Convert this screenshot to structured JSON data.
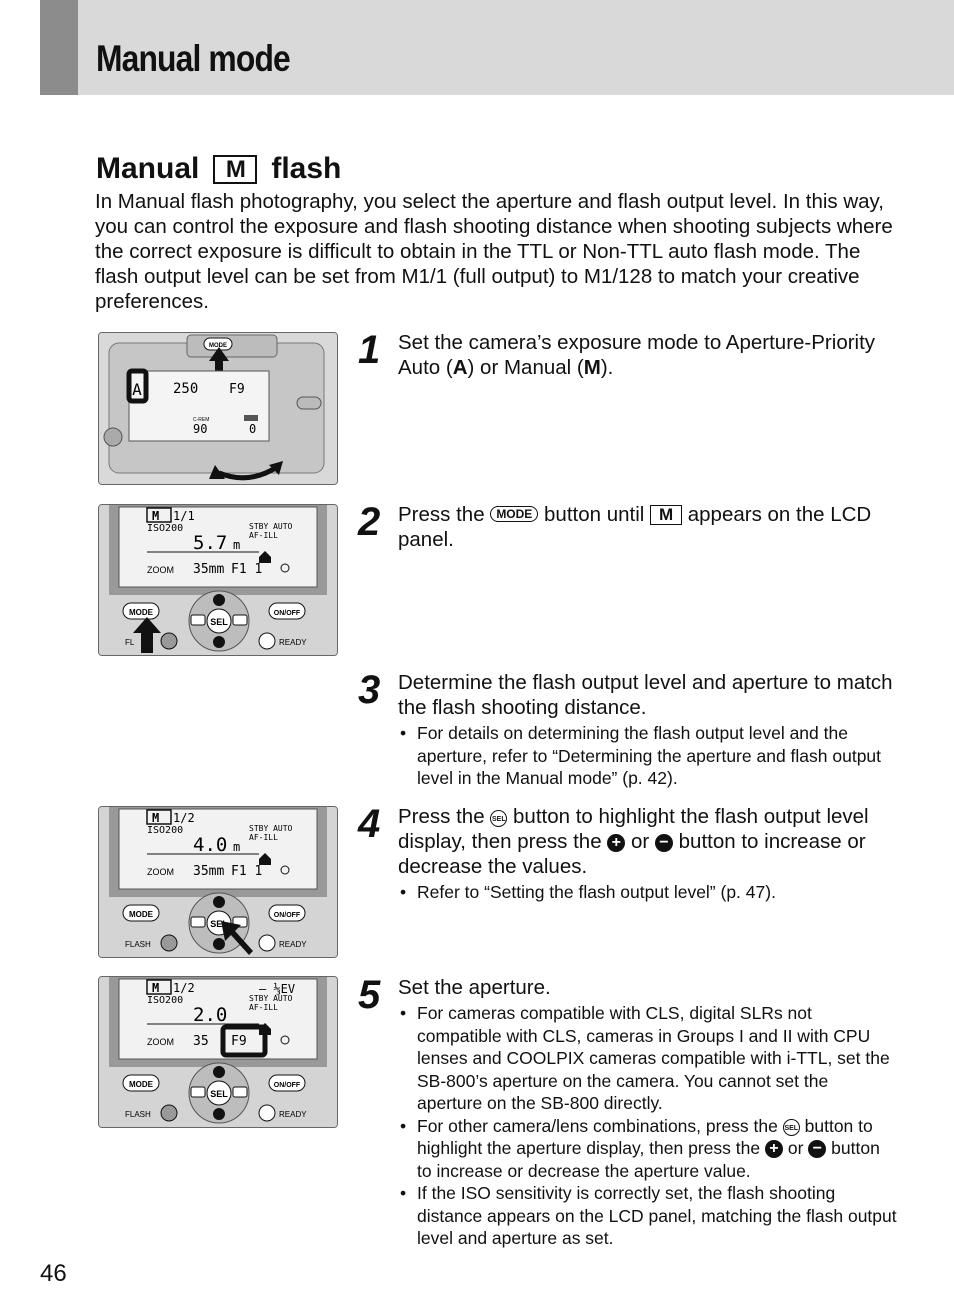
{
  "header": {
    "title": "Manual mode"
  },
  "section": {
    "title_before": "Manual",
    "mode_letter": "M",
    "title_after": "flash"
  },
  "intro": "In Manual flash photography, you select the aperture and flash output level. In this way, you can control the exposure and flash shooting distance when shooting subjects where the correct exposure is difficult to obtain in the TTL or Non-TTL auto flash mode. The flash output level can be set from M1/1 (full output) to M1/128 to match your creative preferences.",
  "steps": [
    {
      "num": "1",
      "text_a": "Set the camera’s exposure mode to Aperture-Priority Auto (",
      "bold_a": "A",
      "text_b": ") or Manual (",
      "bold_b": "M",
      "text_c": ")."
    },
    {
      "num": "2",
      "text_a": "Press the",
      "pill": "MODE",
      "text_b": "button until",
      "mode_letter": "M",
      "text_c": "appears on the LCD panel."
    },
    {
      "num": "3",
      "text": "Determine the flash output level and aperture to match the flash shooting distance.",
      "bullets": [
        "For details on determining the flash output level and the aperture, refer to “Determining the aperture and flash output level in the Manual mode” (p. 42)."
      ]
    },
    {
      "num": "4",
      "text_a": "Press the",
      "sel": "SEL",
      "text_b": "button to highlight the flash output level display, then press the",
      "plus": "+",
      "text_or": "or",
      "minus": "−",
      "text_c": "button to increase or decrease the values.",
      "bullets": [
        "Refer to “Setting the flash output level” (p. 47)."
      ]
    },
    {
      "num": "5",
      "text": "Set the aperture.",
      "bullet1": "For cameras compatible with CLS, digital SLRs not compatible with CLS, cameras in Groups I and II with CPU lenses and COOLPIX cameras compatible with i-TTL, set the SB-800’s aperture on the camera. You cannot set the aperture on the SB-800 directly.",
      "bullet2_a": "For other camera/lens combinations, press the",
      "bullet2_sel": "SEL",
      "bullet2_b": "button to highlight the aperture display, then press the",
      "bullet2_plus": "+",
      "bullet2_or": "or",
      "bullet2_minus": "−",
      "bullet2_c": "button to increase or decrease the aperture value.",
      "bullet3": "If the ISO sensitivity is correctly set, the flash shooting distance appears on the LCD panel, matching the flash output level and aperture as set."
    }
  ],
  "illustrations": {
    "camera": {
      "mode_btn": "MODE",
      "lcd_mode": "A",
      "lcd_shutter": "250",
      "lcd_aperture": "F9",
      "creem": "C-REM",
      "lcd_bottom": "90",
      "lcd_frames": "0"
    },
    "flash_panels": [
      {
        "mode": "M",
        "level": "1/1",
        "iso": "ISO200",
        "dist": "5.7",
        "unit": "m",
        "stby": "STBY AUTO",
        "afill": "AF-ILL",
        "zoom_label": "ZOOM",
        "zoom": "35mm",
        "aperture": "F1 1",
        "ev": "",
        "btn_mode": "MODE",
        "btn_onoff": "ON/OFF",
        "btn_sel": "SEL",
        "left_label": "FL",
        "ready": "READY"
      },
      {
        "mode": "M",
        "level": "1/2",
        "iso": "ISO200",
        "dist": "4.0",
        "unit": "m",
        "stby": "STBY AUTO",
        "afill": "AF-ILL",
        "zoom_label": "ZOOM",
        "zoom": "35mm",
        "aperture": "F1 1",
        "ev": "",
        "btn_mode": "MODE",
        "btn_onoff": "ON/OFF",
        "btn_sel": "SEL",
        "left_label": "FLASH",
        "ready": "READY"
      },
      {
        "mode": "M",
        "level": "1/2",
        "iso": "ISO200",
        "dist": "2.0",
        "unit": "",
        "stby": "STBY AUTO",
        "afill": "AF-ILL",
        "zoom_label": "ZOOM",
        "zoom": "35",
        "aperture": "F9",
        "ev": "– ⅓EV",
        "btn_mode": "MODE",
        "btn_onoff": "ON/OFF",
        "btn_sel": "SEL",
        "left_label": "FLASH",
        "ready": "READY"
      }
    ]
  },
  "page_number": "46"
}
